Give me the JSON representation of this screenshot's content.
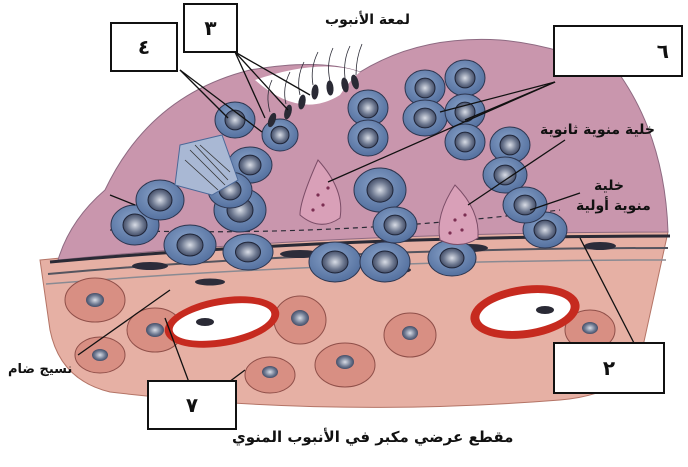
{
  "figure": {
    "caption": "مقطع عرضي مكبر في الأنبوب المنوي",
    "labels": {
      "lumen": "لمعة الأنبوب",
      "secondary_spermatocyte": "خلية منوية ثانوية",
      "primary_spermatocyte_line1": "خلية",
      "primary_spermatocyte_line2": "منوية أولية",
      "connective_tissue": "نسيج ضام"
    },
    "numbered_boxes": {
      "box_3": "٣",
      "box_4": "٤",
      "box_6": "٦",
      "box_2": "٢",
      "box_7": "٧"
    }
  },
  "colors": {
    "epithelium": "#c98fa6",
    "cell_fill": "#5c7aa8",
    "nucleus": "#2e3a55",
    "connective": "#e3a79b",
    "vessel_wall": "#c62a1f",
    "membrane": "#2a2a35"
  }
}
